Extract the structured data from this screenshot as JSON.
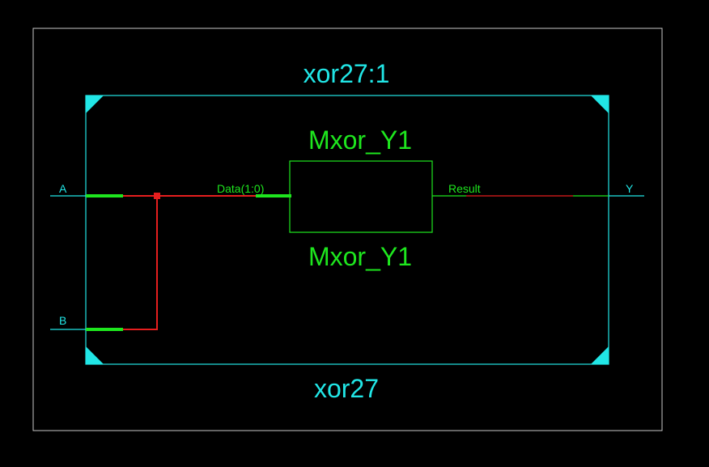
{
  "schematic": {
    "outer_frame": {
      "border_color": "#c8c8c8"
    },
    "module": {
      "title": "xor27:1",
      "name": "xor27",
      "color": "#21e6e6"
    },
    "cell": {
      "name_top": "Mxor_Y1",
      "name_bottom": "Mxor_Y1",
      "input_pin": "Data(1:0)",
      "output_pin": "Result",
      "color": "#1ee61e"
    },
    "ports": {
      "input_a": "A",
      "input_b": "B",
      "output_y": "Y"
    },
    "net_color": "#e61e1e",
    "background": "#000000"
  }
}
